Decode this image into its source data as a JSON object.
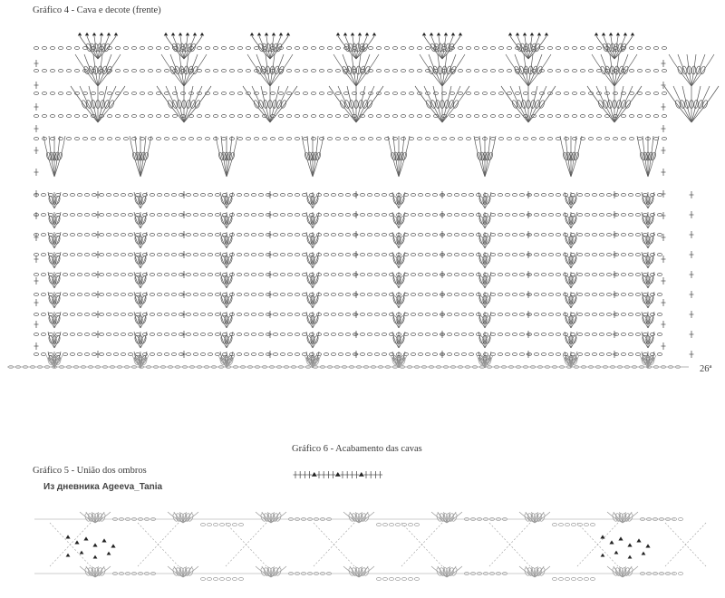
{
  "chart4": {
    "title": "Gráfico 4 - Cava e decote (frente)",
    "row_marker": "26ª"
  },
  "chart5": {
    "title": "Gráfico 5 - União dos ombros"
  },
  "chart6": {
    "title": "Gráfico 6 - Acabamento das cavas",
    "sequence": "++++▲++++▲++++▲++++"
  },
  "credit": "Из дневника Ageeva_Tania",
  "colors": {
    "ink": "#555555",
    "light_ink": "#9a9a9a",
    "fill": "#222222"
  }
}
